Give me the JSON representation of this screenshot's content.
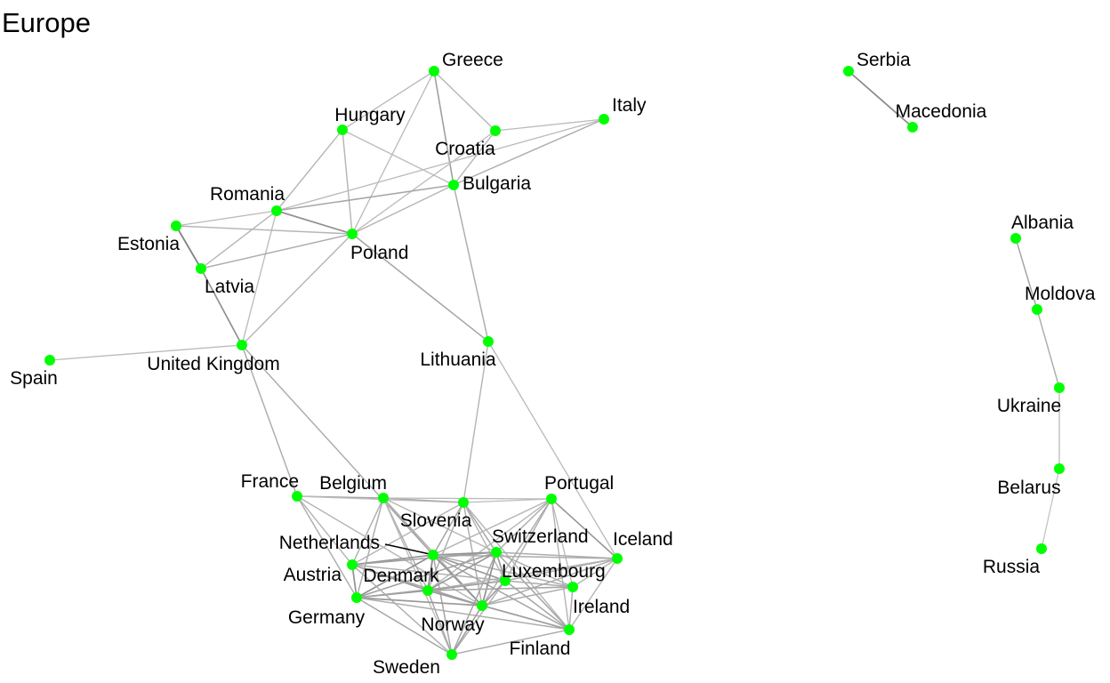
{
  "title": "Europe",
  "colors": {
    "node": "#00ff00",
    "label": "#000000",
    "background": "#ffffff"
  },
  "nodes": [
    {
      "id": "greece",
      "label": "Greece"
    },
    {
      "id": "hungary",
      "label": "Hungary"
    },
    {
      "id": "croatia",
      "label": "Croatia"
    },
    {
      "id": "italy",
      "label": "Italy"
    },
    {
      "id": "bulgaria",
      "label": "Bulgaria"
    },
    {
      "id": "romania",
      "label": "Romania"
    },
    {
      "id": "estonia",
      "label": "Estonia"
    },
    {
      "id": "poland",
      "label": "Poland"
    },
    {
      "id": "latvia",
      "label": "Latvia"
    },
    {
      "id": "spain",
      "label": "Spain"
    },
    {
      "id": "uk",
      "label": "United Kingdom"
    },
    {
      "id": "lithuania",
      "label": "Lithuania"
    },
    {
      "id": "france",
      "label": "France"
    },
    {
      "id": "belgium",
      "label": "Belgium"
    },
    {
      "id": "slovenia",
      "label": "Slovenia"
    },
    {
      "id": "portugal",
      "label": "Portugal"
    },
    {
      "id": "netherlands",
      "label": "Netherlands"
    },
    {
      "id": "switzerland",
      "label": "Switzerland"
    },
    {
      "id": "iceland",
      "label": "Iceland"
    },
    {
      "id": "austria",
      "label": "Austria"
    },
    {
      "id": "denmark",
      "label": "Denmark"
    },
    {
      "id": "luxembourg",
      "label": "Luxembourg"
    },
    {
      "id": "germany",
      "label": "Germany"
    },
    {
      "id": "ireland",
      "label": "Ireland"
    },
    {
      "id": "norway",
      "label": "Norway"
    },
    {
      "id": "finland",
      "label": "Finland"
    },
    {
      "id": "sweden",
      "label": "Sweden"
    },
    {
      "id": "serbia",
      "label": "Serbia"
    },
    {
      "id": "macedonia",
      "label": "Macedonia"
    },
    {
      "id": "albania",
      "label": "Albania"
    },
    {
      "id": "moldova",
      "label": "Moldova"
    },
    {
      "id": "ukraine",
      "label": "Ukraine"
    },
    {
      "id": "belarus",
      "label": "Belarus"
    },
    {
      "id": "russia",
      "label": "Russia"
    }
  ],
  "edges": [
    [
      "greece",
      "hungary",
      0.2
    ],
    [
      "greece",
      "croatia",
      0.25
    ],
    [
      "greece",
      "bulgaria",
      0.4
    ],
    [
      "greece",
      "poland",
      0.2
    ],
    [
      "hungary",
      "romania",
      0.25
    ],
    [
      "hungary",
      "poland",
      0.25
    ],
    [
      "hungary",
      "bulgaria",
      0.2
    ],
    [
      "croatia",
      "italy",
      0.2
    ],
    [
      "croatia",
      "bulgaria",
      0.25
    ],
    [
      "croatia",
      "poland",
      0.2
    ],
    [
      "italy",
      "bulgaria",
      0.3
    ],
    [
      "italy",
      "romania",
      0.2
    ],
    [
      "bulgaria",
      "romania",
      0.35
    ],
    [
      "bulgaria",
      "poland",
      0.25
    ],
    [
      "bulgaria",
      "lithuania",
      0.3
    ],
    [
      "romania",
      "estonia",
      0.2
    ],
    [
      "romania",
      "poland",
      0.5
    ],
    [
      "romania",
      "latvia",
      0.25
    ],
    [
      "romania",
      "uk",
      0.2
    ],
    [
      "estonia",
      "poland",
      0.25
    ],
    [
      "estonia",
      "latvia",
      0.6
    ],
    [
      "latvia",
      "poland",
      0.3
    ],
    [
      "latvia",
      "uk",
      0.5
    ],
    [
      "poland",
      "uk",
      0.25
    ],
    [
      "poland",
      "lithuania",
      0.35
    ],
    [
      "spain",
      "uk",
      0.2
    ],
    [
      "uk",
      "france",
      0.3
    ],
    [
      "uk",
      "netherlands",
      0.3
    ],
    [
      "lithuania",
      "slovenia",
      0.25
    ],
    [
      "lithuania",
      "iceland",
      0.2
    ],
    [
      "france",
      "belgium",
      0.35
    ],
    [
      "france",
      "germany",
      0.3
    ],
    [
      "france",
      "austria",
      0.25
    ],
    [
      "france",
      "norway",
      0.25
    ],
    [
      "france",
      "slovenia",
      0.2
    ],
    [
      "belgium",
      "slovenia",
      0.3
    ],
    [
      "belgium",
      "netherlands",
      0.35
    ],
    [
      "belgium",
      "austria",
      0.3
    ],
    [
      "belgium",
      "germany",
      0.3
    ],
    [
      "belgium",
      "switzerland",
      0.25
    ],
    [
      "belgium",
      "denmark",
      0.3
    ],
    [
      "belgium",
      "portugal",
      0.2
    ],
    [
      "belgium",
      "sweden",
      0.2
    ],
    [
      "belgium",
      "norway",
      0.25
    ],
    [
      "slovenia",
      "portugal",
      0.2
    ],
    [
      "slovenia",
      "netherlands",
      0.35
    ],
    [
      "slovenia",
      "switzerland",
      0.35
    ],
    [
      "slovenia",
      "denmark",
      0.3
    ],
    [
      "slovenia",
      "norway",
      0.3
    ],
    [
      "slovenia",
      "luxembourg",
      0.25
    ],
    [
      "slovenia",
      "finland",
      0.25
    ],
    [
      "slovenia",
      "austria",
      0.25
    ],
    [
      "portugal",
      "switzerland",
      0.3
    ],
    [
      "portugal",
      "iceland",
      0.45
    ],
    [
      "portugal",
      "luxembourg",
      0.3
    ],
    [
      "portugal",
      "norway",
      0.3
    ],
    [
      "portugal",
      "denmark",
      0.25
    ],
    [
      "portugal",
      "finland",
      0.25
    ],
    [
      "portugal",
      "ireland",
      0.2
    ],
    [
      "portugal",
      "netherlands",
      0.25
    ],
    [
      "netherlands",
      "switzerland",
      0.5
    ],
    [
      "netherlands",
      "denmark",
      0.55
    ],
    [
      "netherlands",
      "austria",
      0.45
    ],
    [
      "netherlands",
      "germany",
      0.5
    ],
    [
      "netherlands",
      "norway",
      0.5
    ],
    [
      "netherlands",
      "luxembourg",
      0.45
    ],
    [
      "netherlands",
      "iceland",
      0.3
    ],
    [
      "netherlands",
      "ireland",
      0.3
    ],
    [
      "netherlands",
      "finland",
      0.35
    ],
    [
      "netherlands",
      "sweden",
      0.35
    ],
    [
      "switzerland",
      "luxembourg",
      0.45
    ],
    [
      "switzerland",
      "iceland",
      0.3
    ],
    [
      "switzerland",
      "denmark",
      0.45
    ],
    [
      "switzerland",
      "norway",
      0.5
    ],
    [
      "switzerland",
      "germany",
      0.4
    ],
    [
      "switzerland",
      "austria",
      0.4
    ],
    [
      "switzerland",
      "finland",
      0.35
    ],
    [
      "switzerland",
      "sweden",
      0.35
    ],
    [
      "switzerland",
      "ireland",
      0.3
    ],
    [
      "iceland",
      "luxembourg",
      0.3
    ],
    [
      "iceland",
      "ireland",
      0.25
    ],
    [
      "iceland",
      "norway",
      0.3
    ],
    [
      "iceland",
      "finland",
      0.25
    ],
    [
      "iceland",
      "denmark",
      0.25
    ],
    [
      "austria",
      "denmark",
      0.45
    ],
    [
      "austria",
      "germany",
      0.5
    ],
    [
      "austria",
      "norway",
      0.35
    ],
    [
      "austria",
      "sweden",
      0.3
    ],
    [
      "austria",
      "luxembourg",
      0.3
    ],
    [
      "denmark",
      "luxembourg",
      0.45
    ],
    [
      "denmark",
      "germany",
      0.45
    ],
    [
      "denmark",
      "norway",
      0.55
    ],
    [
      "denmark",
      "finland",
      0.4
    ],
    [
      "denmark",
      "ireland",
      0.35
    ],
    [
      "denmark",
      "sweden",
      0.35
    ],
    [
      "luxembourg",
      "ireland",
      0.3
    ],
    [
      "luxembourg",
      "norway",
      0.45
    ],
    [
      "luxembourg",
      "finland",
      0.35
    ],
    [
      "luxembourg",
      "germany",
      0.35
    ],
    [
      "luxembourg",
      "sweden",
      0.3
    ],
    [
      "germany",
      "norway",
      0.45
    ],
    [
      "germany",
      "sweden",
      0.35
    ],
    [
      "germany",
      "finland",
      0.3
    ],
    [
      "ireland",
      "finland",
      0.3
    ],
    [
      "ireland",
      "norway",
      0.3
    ],
    [
      "norway",
      "finland",
      0.4
    ],
    [
      "norway",
      "sweden",
      0.4
    ],
    [
      "finland",
      "sweden",
      0.3
    ],
    [
      "serbia",
      "macedonia",
      0.55
    ],
    [
      "albania",
      "moldova",
      0.35
    ],
    [
      "moldova",
      "ukraine",
      0.3
    ],
    [
      "ukraine",
      "belarus",
      0.2
    ],
    [
      "belarus",
      "russia",
      0.15
    ]
  ]
}
